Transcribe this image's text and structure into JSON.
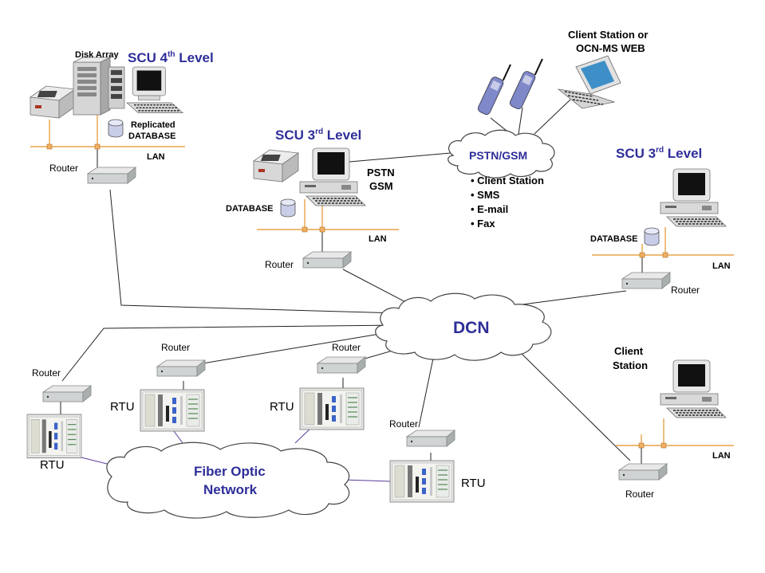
{
  "labels": {
    "scu4": "SCU 4",
    "scu4_sup": "th",
    "scu4_suffix": " Level",
    "scu3_a": "SCU 3",
    "scu3_a_sup": "rd",
    "scu3_a_suffix": " Level",
    "scu3_b": "SCU 3",
    "scu3_b_sup": "rd",
    "scu3_b_suffix": " Level",
    "disk_array": "Disk Array",
    "replicated": "Replicated",
    "database_main": "DATABASE",
    "database_a": "DATABASE",
    "database_b": "DATABASE",
    "lan_1": "LAN",
    "lan_2": "LAN",
    "lan_3": "LAN",
    "lan_4": "LAN",
    "router_1": "Router",
    "router_2": "Router",
    "router_3": "Router",
    "router_4": "Router",
    "router_5": "Router",
    "router_6": "Router",
    "router_7": "Router",
    "router_8": "Router",
    "pstn": "PSTN",
    "gsm": "GSM",
    "pstn_gsm_cloud": "PSTN/GSM",
    "dcn": "DCN",
    "fiber_1": "Fiber Optic",
    "fiber_2": "Network",
    "client_or_1": "Client Station or",
    "client_or_2": "OCN-MS WEB",
    "client_station_1": "Client",
    "client_station_2": "Station",
    "rtu_1": "RTU",
    "rtu_2": "RTU",
    "rtu_3": "RTU",
    "rtu_4": "RTU"
  },
  "pstn_services": [
    "• Client Station",
    "• SMS",
    "• E-mail",
    "• Fax"
  ],
  "colors": {
    "scu_text": "#2e2e9a",
    "lan_line": "#e8a44a",
    "fiber_line": "#5a3a9a"
  }
}
